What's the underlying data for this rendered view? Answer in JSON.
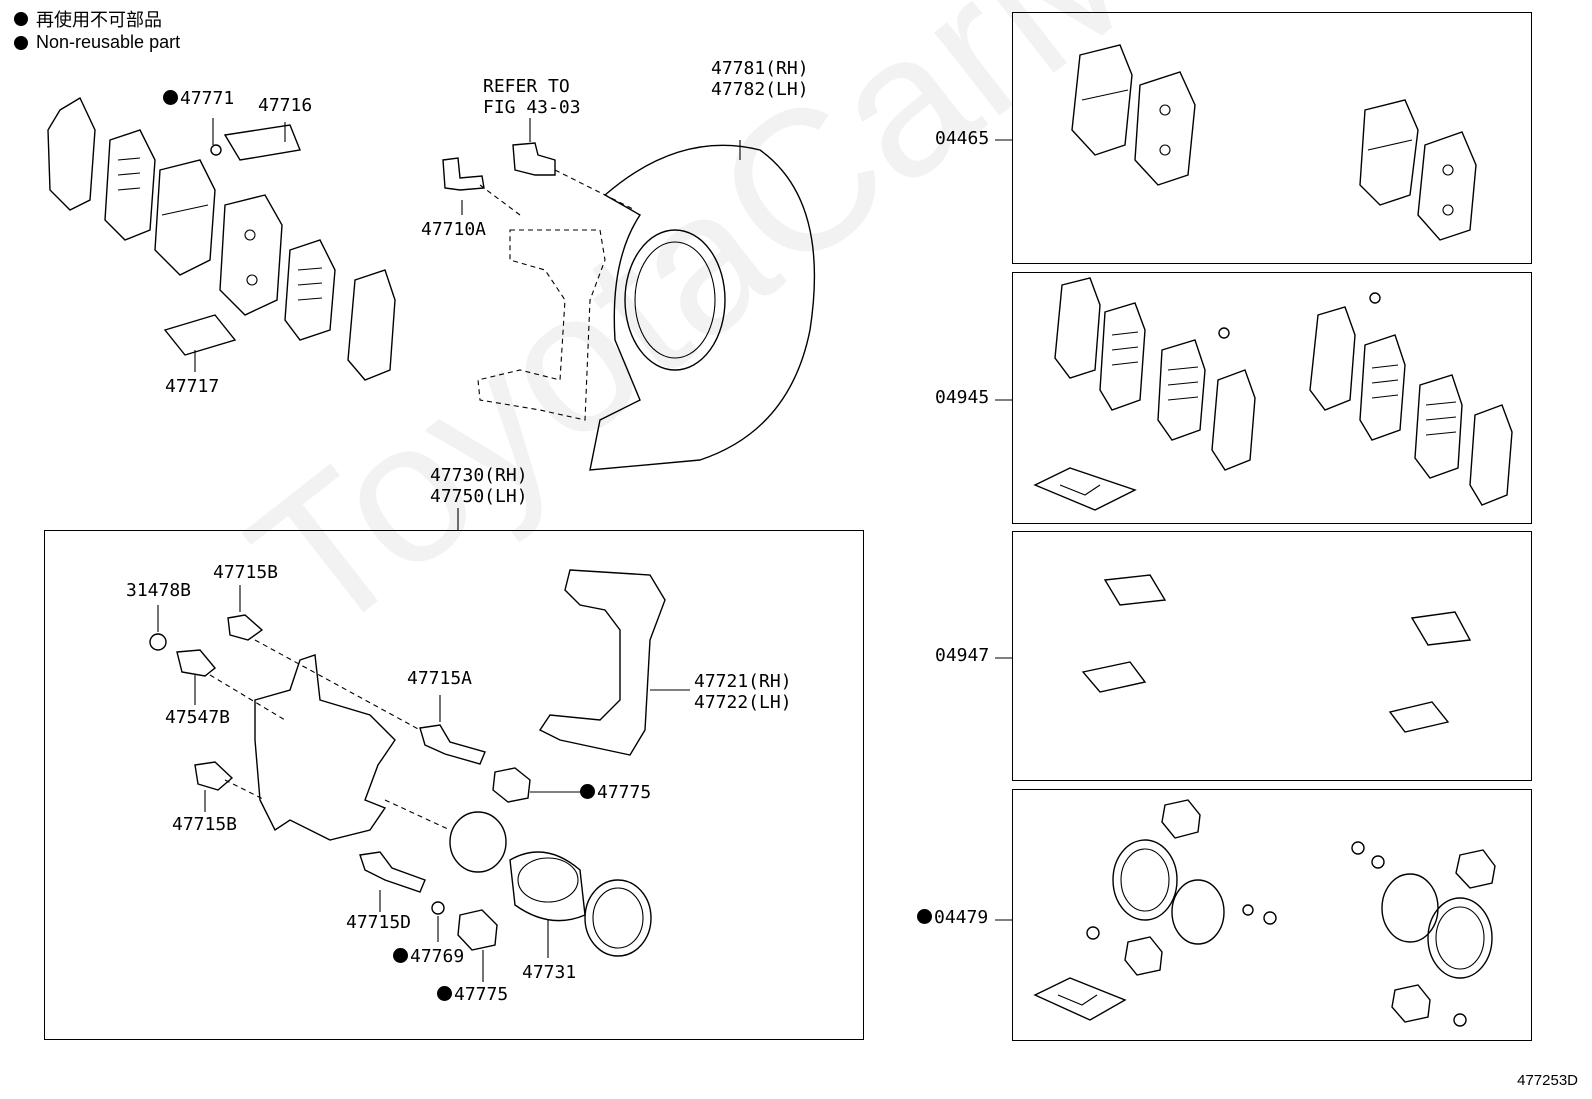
{
  "legend": [
    {
      "text": "再使用不可部品"
    },
    {
      "text": "Non-reusable part"
    }
  ],
  "watermark": "ToyotaCarMine.ru",
  "drawing_code": "477253D",
  "labels": {
    "p47771": "47771",
    "p47716": "47716",
    "p47717": "47717",
    "refer1": "REFER TO",
    "refer2": "FIG 43-03",
    "p47710a": "47710A",
    "p47781": "47781(RH)",
    "p47782": "47782(LH)",
    "p47730": "47730(RH)",
    "p47750": "47750(LH)",
    "p31478b": "31478B",
    "p47715b_top": "47715B",
    "p47547b": "47547B",
    "p47715b_bot": "47715B",
    "p47715a": "47715A",
    "p47721": "47721(RH)",
    "p47722": "47722(LH)",
    "p47775_r": "47775",
    "p47715d": "47715D",
    "p47769": "47769",
    "p47775_b": "47775",
    "p47731": "47731",
    "k04465": "04465",
    "k04945": "04945",
    "k04947": "04947",
    "k04479": "04479"
  }
}
